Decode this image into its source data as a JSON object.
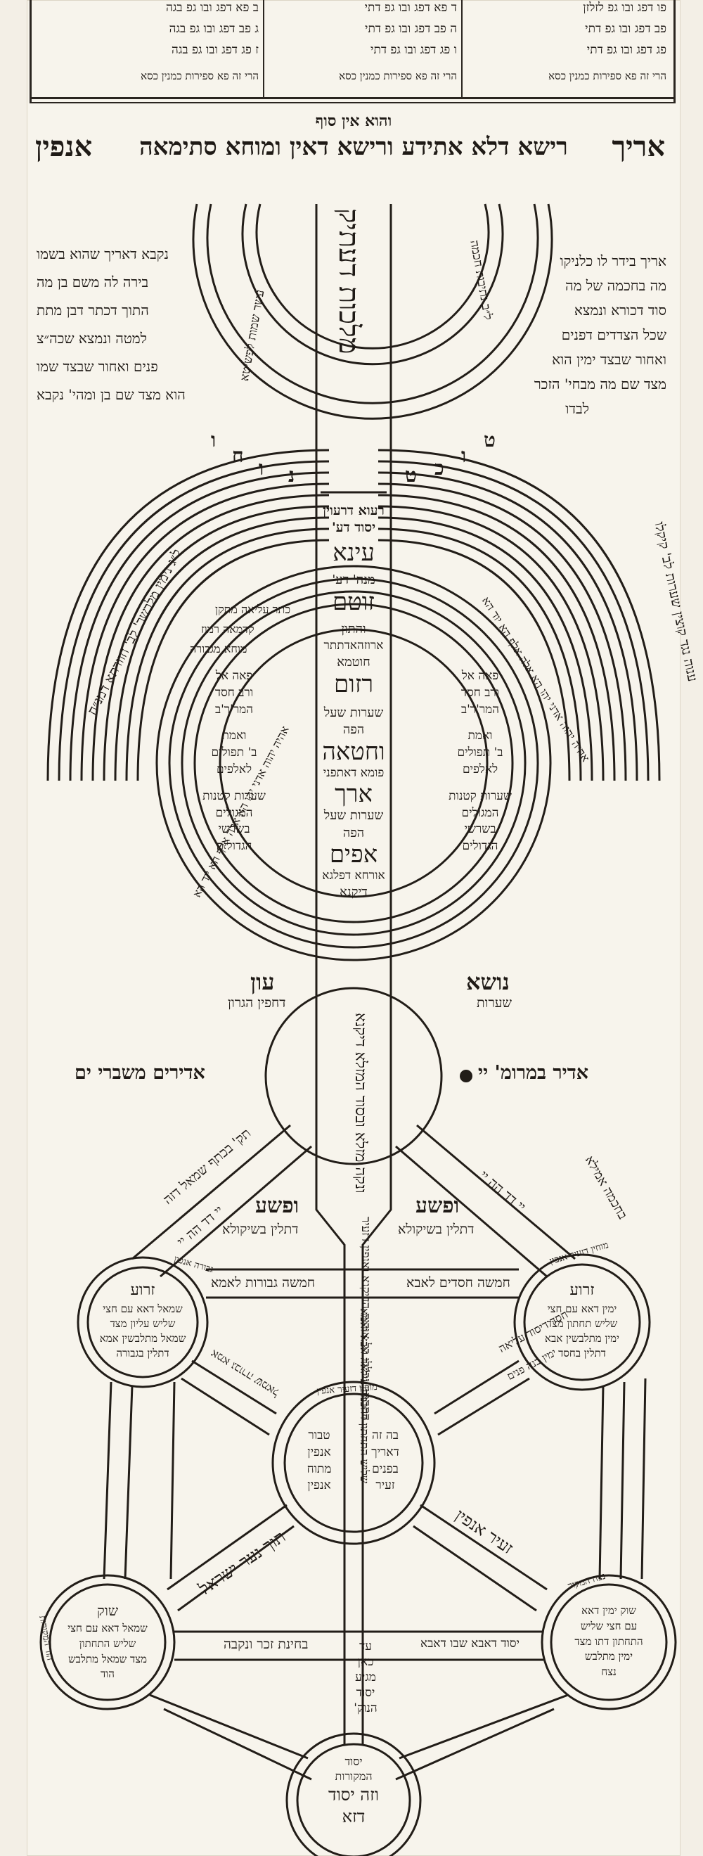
{
  "top_table": {
    "right_column": [
      "הרי זה פא ספירות כמנין כסא",
      "פב דפג ובו גפ דתי",
      "פג דפג ובו גפ דתי",
      "פו דפג ובו גפ לזלזן"
    ],
    "middle_column": [
      "ד פא דפג ובו גפ דתי",
      "ה פב דפג ובו גפ דתי",
      "ו פג דפג ובו גפ דתי",
      "הרי זה פא ספירות כמנין כסא"
    ],
    "left_column": [
      "ב פא דפג ובו גפ בגה",
      "ג פב דפג ובו גפ בגה",
      "ז פג דפג ובו גפ בגה",
      "הרי זה פא ספירות כמנין כסא"
    ]
  },
  "header": {
    "line1": "והוא אין סוף",
    "line2_right": "אריך",
    "line2_main": "רישא דלא אתידע ורישא דאין ומוחא סתימאה",
    "line2_left": "אנפין"
  },
  "arich": {
    "right_notes": [
      "אריך בידר לו כלניקו",
      "מה בחכמה של מה",
      "סוד דכורא ונמצא",
      "שכל הצדדים דפנים",
      "ואחור שבצד ימין הוא",
      "מצד שם מה מבחי' הזכר",
      "לבדו"
    ],
    "left_notes": [
      "נקבא דאריך שהוא בשמו",
      "בירה לה משם בן מה",
      "התוך דכתר דבן מתת",
      "למטה ונמצא שכה״צ",
      "פנים ואחור שבצד שמו",
      "הוא מצד שם בן ומהי' נקבא"
    ],
    "center_vertical": "מלכות דעתיק",
    "letters": [
      "ט",
      "ו",
      "כ",
      "ט",
      "נ",
      "ו",
      "ח",
      "ו"
    ],
    "arc_right_label": "ל״ב נתיבות חכמה",
    "arc_left_label": "עשר שמות לפשיטא"
  },
  "rainbow": {
    "right_label": "ענוה נגד קוצין שערות לב' קיקלו",
    "left_label": "ל״ג נימין מלבשר' לב' חוורתא דמנ״ח"
  },
  "head": {
    "pillar_top": [
      "רעוא דרעוין",
      "יסוד דע'"
    ],
    "center": [
      {
        "text": "עינא",
        "size": "large"
      },
      {
        "text": "מנה' דע'",
        "size": "small"
      },
      {
        "text": "זוטם",
        "size": "large"
      },
      {
        "text": "והתון",
        "size": "small"
      },
      {
        "text": "ארוזהאדתתר",
        "size": "small"
      },
      {
        "text": "חוטמא",
        "size": "small"
      },
      {
        "text": "רזום",
        "size": "large"
      },
      {
        "text": "שערות שעל",
        "size": "small"
      },
      {
        "text": "הפה",
        "size": "small"
      },
      {
        "text": "וחטאה",
        "size": "large"
      },
      {
        "text": "פומא דאתפני",
        "size": "small"
      },
      {
        "text": "ארך",
        "size": "large"
      },
      {
        "text": "שערות שעל",
        "size": "small"
      },
      {
        "text": "הפה",
        "size": "small"
      },
      {
        "text": "אפים",
        "size": "large"
      },
      {
        "text": "אורחא דפלגא",
        "size": "small"
      },
      {
        "text": "דיקנא",
        "size": "small"
      }
    ],
    "right_inner": [
      "פאה אל",
      "ורב חסד",
      "המר'ר'ב",
      "ואמת",
      "ב' תפולים",
      "לאלפים",
      "שערות קטנות",
      "המגולים",
      "בשרשי",
      "הגדולים"
    ],
    "left_inner": [
      "פאה אל",
      "ורב חסד",
      "המר'ר'ב",
      "ואמת",
      "ב' תפולים",
      "לאלפים",
      "שערות קטנות",
      "המגולים",
      "בשרשי",
      "הגדולים"
    ],
    "ring_text": "אהיה יהוה אדני יהו הא אלה אלף הא יוד הא",
    "left_ring_label": "כתר עליאה מתקן",
    "left_ring_label2": "קדמאה רמוז",
    "left_ring_label3": "מוחא מגבורה"
  },
  "beard": {
    "right_top": "נושא",
    "right_sub": "שערות",
    "left_top": "עון",
    "left_sub": "דחפין הגרון",
    "right_label": "אדיר במרומ' יי",
    "left_label": "אדירים משברי ים",
    "pillar_text": "ונקה מזלא ובסוד המזלא דיקנא"
  },
  "vav": {
    "right_top": "ופשע",
    "right_sub": "דתלין בשיקולא",
    "left_top": "ופשע",
    "left_sub": "דתלין בשיקולא",
    "right_diag": "יי דד הה יי",
    "left_diag": "יי דד הה יי",
    "left_diag_label": "תק' בכתף שמאל דזה",
    "right_diag_label": "בחכמה אמילא",
    "pillar_text": "התחתון נכללו כל אורות הדיקנא ואנפין דזעיר"
  },
  "zeir": {
    "right_circle": [
      "זרוע",
      "ימין דאא עם חצי",
      "שליש תחתון מצד",
      "ימין מתלבשין אבא",
      "דתלין בחסד"
    ],
    "left_circle": [
      "זרוע",
      "שמאל דאא עם חצי",
      "שליש עליון מצד",
      "שמאל מתלבשין אמא",
      "דתלין בגבורה"
    ],
    "right_circle_rim": "מוחין דזעיר אנפין",
    "left_circle_rim": "גבורה אנפין",
    "bar_right": "חמשה חסדים לאבא",
    "bar_left": "חמשה גבורות לאמא",
    "right_lower": "חסד דיסוד עליאה",
    "right_lower2": "ימין בנה פנים",
    "left_lower": "אמא גבורה שמאל",
    "center_circle": [
      "בה זה",
      "דאריך",
      "בפנים",
      "זעיר"
    ],
    "center_circle_left": [
      "טבור",
      "אנפין",
      "מתוח",
      "אנפין"
    ],
    "center_circle_rim": "מוחין דזעיר אנפין",
    "center_pillar": "שליש התחתון דחכמה עילאה אבא ואמא",
    "diag_right": "זעיר אנפין",
    "diag_left": "תוך נער ישראל"
  },
  "lower": {
    "right_circle": [
      "שוק ימין דאא",
      "עם חצי שליש",
      "התחתון דתו מצד",
      "ימין מתלבש",
      "נצח"
    ],
    "left_circle": [
      "שוק",
      "שמאל דאא עם חצי",
      "שליש התחתון",
      "מצד שמאל מתלבש",
      "הוד"
    ],
    "right_rim": "נצח המקור",
    "left_rim": "הוד המקורות",
    "bar_label": "בחינת זכר ונקבה",
    "bar_right": "יסוד דאבא שבו דאבא",
    "pillar_end": [
      "עד",
      "כאן",
      "מגיע",
      "יסוד",
      "הנוק'"
    ]
  },
  "bottom": {
    "circle": [
      "יסוד",
      "המקורות",
      "וזה יסוד",
      "דזא"
    ]
  }
}
